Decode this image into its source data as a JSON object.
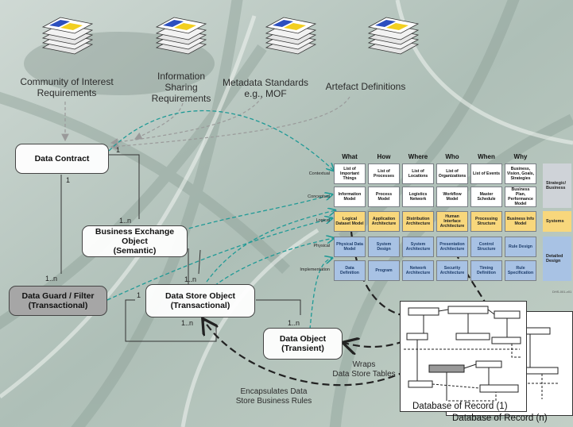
{
  "documents": [
    {
      "label": "Community of Interest\nRequirements",
      "icon": "document-stack-icon"
    },
    {
      "label": "Information\nSharing\nRequirements",
      "icon": "document-stack-icon"
    },
    {
      "label": "Metadata Standards\ne.g., MOF",
      "icon": "document-stack-icon"
    },
    {
      "label": "Artefact Definitions",
      "icon": "document-stack-icon"
    }
  ],
  "nodes": {
    "data_contract": "Data Contract",
    "business_exchange_object": "Business Exchange Object\n(Semantic)",
    "data_guard": "Data Guard / Filter\n(Transactional)",
    "data_store_object": "Data Store Object\n(Transactional)",
    "data_object": "Data Object\n(Transient)"
  },
  "multiplicities": {
    "dc_right": "1",
    "dc_down": "1",
    "beo": "1..n",
    "dg": "1..n",
    "dso_top": "1..n",
    "dso_left": "1",
    "dso_bottom": "1..n",
    "do_top": "1..n"
  },
  "annotations": {
    "wraps": "Wraps\nData Store Tables",
    "encapsulates": "Encapsulates Data\nStore Business Rules"
  },
  "databases": {
    "db1": "Database of Record (1)",
    "dbn": "Database of Record (n)"
  },
  "zachman": {
    "columns": [
      "What",
      "How",
      "Where",
      "Who",
      "When",
      "Why"
    ],
    "rows": [
      {
        "label": "Contextual",
        "cells": [
          "List of Important Things",
          "List of Processes",
          "List of Locations",
          "List of Organizations",
          "List of Events",
          "Business, Vision, Goals, Strategies"
        ]
      },
      {
        "label": "Conceptual",
        "cells": [
          "Information Model",
          "Process Model",
          "Logistics Network",
          "Workflow Model",
          "Master Schedule",
          "Business Plan, Performance Model"
        ]
      },
      {
        "label": "Logical",
        "cells": [
          "Logical Dataset Model",
          "Application Architecture",
          "Distribution Architecture",
          "Human Interface Architecture",
          "Processing Structure",
          "Business Info Model"
        ]
      },
      {
        "label": "Physical",
        "cells": [
          "Physical Data Model",
          "System Design",
          "System Architecture",
          "Presentation Architecture",
          "Control Structure",
          "Rule Design"
        ]
      },
      {
        "label": "Implementation",
        "cells": [
          "Data Definition",
          "Program",
          "Network Architecture",
          "Security Architecture",
          "Timing Definition",
          "Rule Specification"
        ]
      }
    ],
    "sections": [
      "Strategic/ Business",
      "Systems",
      "Detailed Design"
    ],
    "figure_id": "DHS-001-v01"
  },
  "colors": {
    "teal_arrow": "#1f9a96",
    "black_arrow": "#222222",
    "logical_row": "#f8d77c",
    "physical_rows": "#a8c2e4"
  }
}
